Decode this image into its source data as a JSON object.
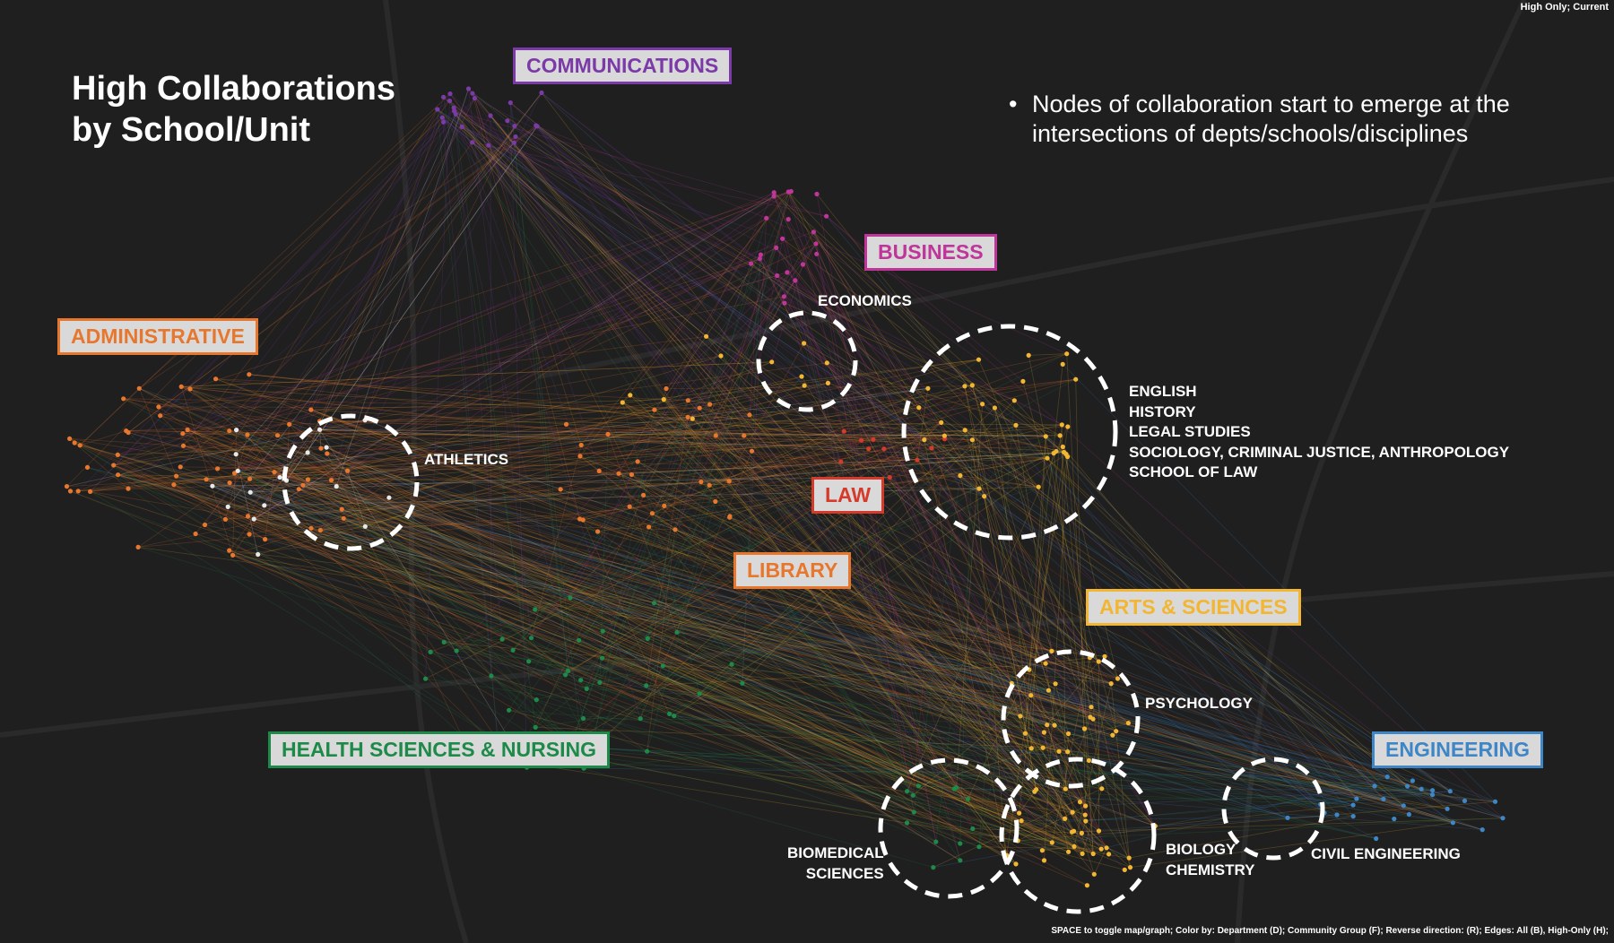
{
  "header": {
    "title": "High Collaborations\nby School/Unit",
    "bullet": "Nodes of collaboration start to emerge at the intersections of depts/schools/disciplines",
    "status": "High Only; Current",
    "footer": "SPACE to toggle map/graph; Color by: Department (D); Community Group (F); Reverse direction: (R); Edges: All (B), High-Only (H);"
  },
  "schools": [
    {
      "id": "communications",
      "label": "COMMUNICATIONS",
      "color": "#7b3aa8"
    },
    {
      "id": "business",
      "label": "BUSINESS",
      "color": "#c0359a"
    },
    {
      "id": "administrative",
      "label": "ADMINISTRATIVE",
      "color": "#e8772e"
    },
    {
      "id": "law",
      "label": "LAW",
      "color": "#d63a2a"
    },
    {
      "id": "library",
      "label": "LIBRARY",
      "color": "#e8772e"
    },
    {
      "id": "arts_sciences",
      "label": "ARTS & SCIENCES",
      "color": "#f2b632"
    },
    {
      "id": "health",
      "label": "HEALTH SCIENCES & NURSING",
      "color": "#1e8a4a"
    },
    {
      "id": "engineering",
      "label": "ENGINEERING",
      "color": "#3f86c6"
    }
  ],
  "departments": {
    "economics": "ECONOMICS",
    "athletics": "ATHLETICS",
    "humanities": "ENGLISH\nHISTORY\nLEGAL STUDIES\nSOCIOLOGY, CRIMINAL JUSTICE, ANTHROPOLOGY\nSCHOOL OF LAW",
    "psychology": "PSYCHOLOGY",
    "biomedical": "BIOMEDICAL\nSCIENCES",
    "biology_chemistry": "BIOLOGY\nCHEMISTRY",
    "civil_engineering": "CIVIL ENGINEERING"
  }
}
